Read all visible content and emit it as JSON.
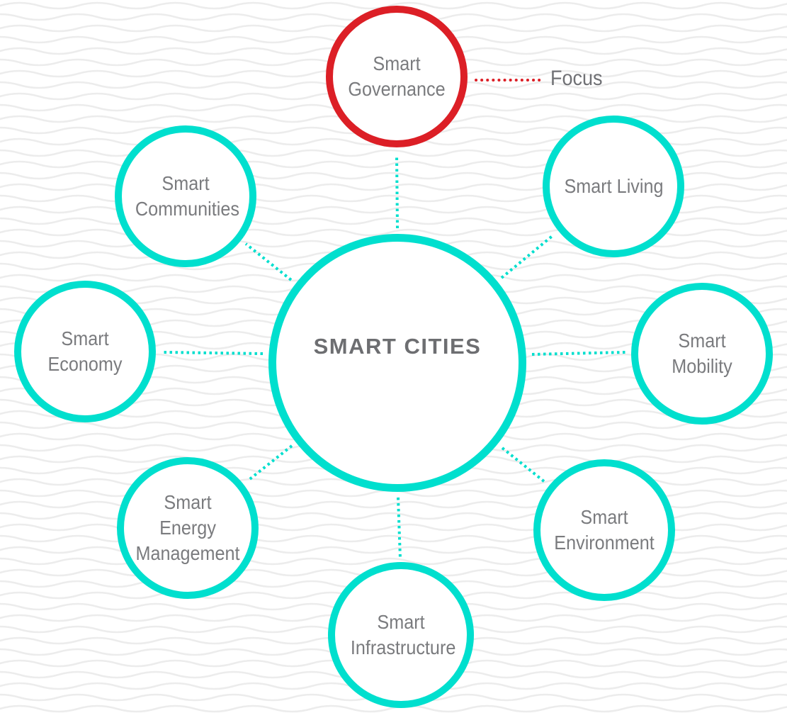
{
  "diagram": {
    "center": {
      "label": "SMART CITIES"
    },
    "legend": {
      "label": "Focus"
    },
    "nodes": [
      {
        "id": "governance",
        "label": "Smart Governance",
        "highlighted": true
      },
      {
        "id": "living",
        "label": "Smart Living",
        "highlighted": false
      },
      {
        "id": "mobility",
        "label": "Smart Mobility",
        "highlighted": false
      },
      {
        "id": "environment",
        "label": "Smart Environment",
        "highlighted": false
      },
      {
        "id": "infrastructure",
        "label": "Smart Infrastructure",
        "highlighted": false
      },
      {
        "id": "energy",
        "label": "Smart Energy Management",
        "highlighted": false
      },
      {
        "id": "economy",
        "label": "Smart Economy",
        "highlighted": false
      },
      {
        "id": "communities",
        "label": "Smart Communities",
        "highlighted": false
      }
    ],
    "colors": {
      "accent_teal": "#00DFCE",
      "highlight_red": "#DC1F26",
      "label_gray": "#7A7B7E",
      "title_gray": "#6D6E71",
      "wave_gray": "#ECECEC"
    }
  }
}
